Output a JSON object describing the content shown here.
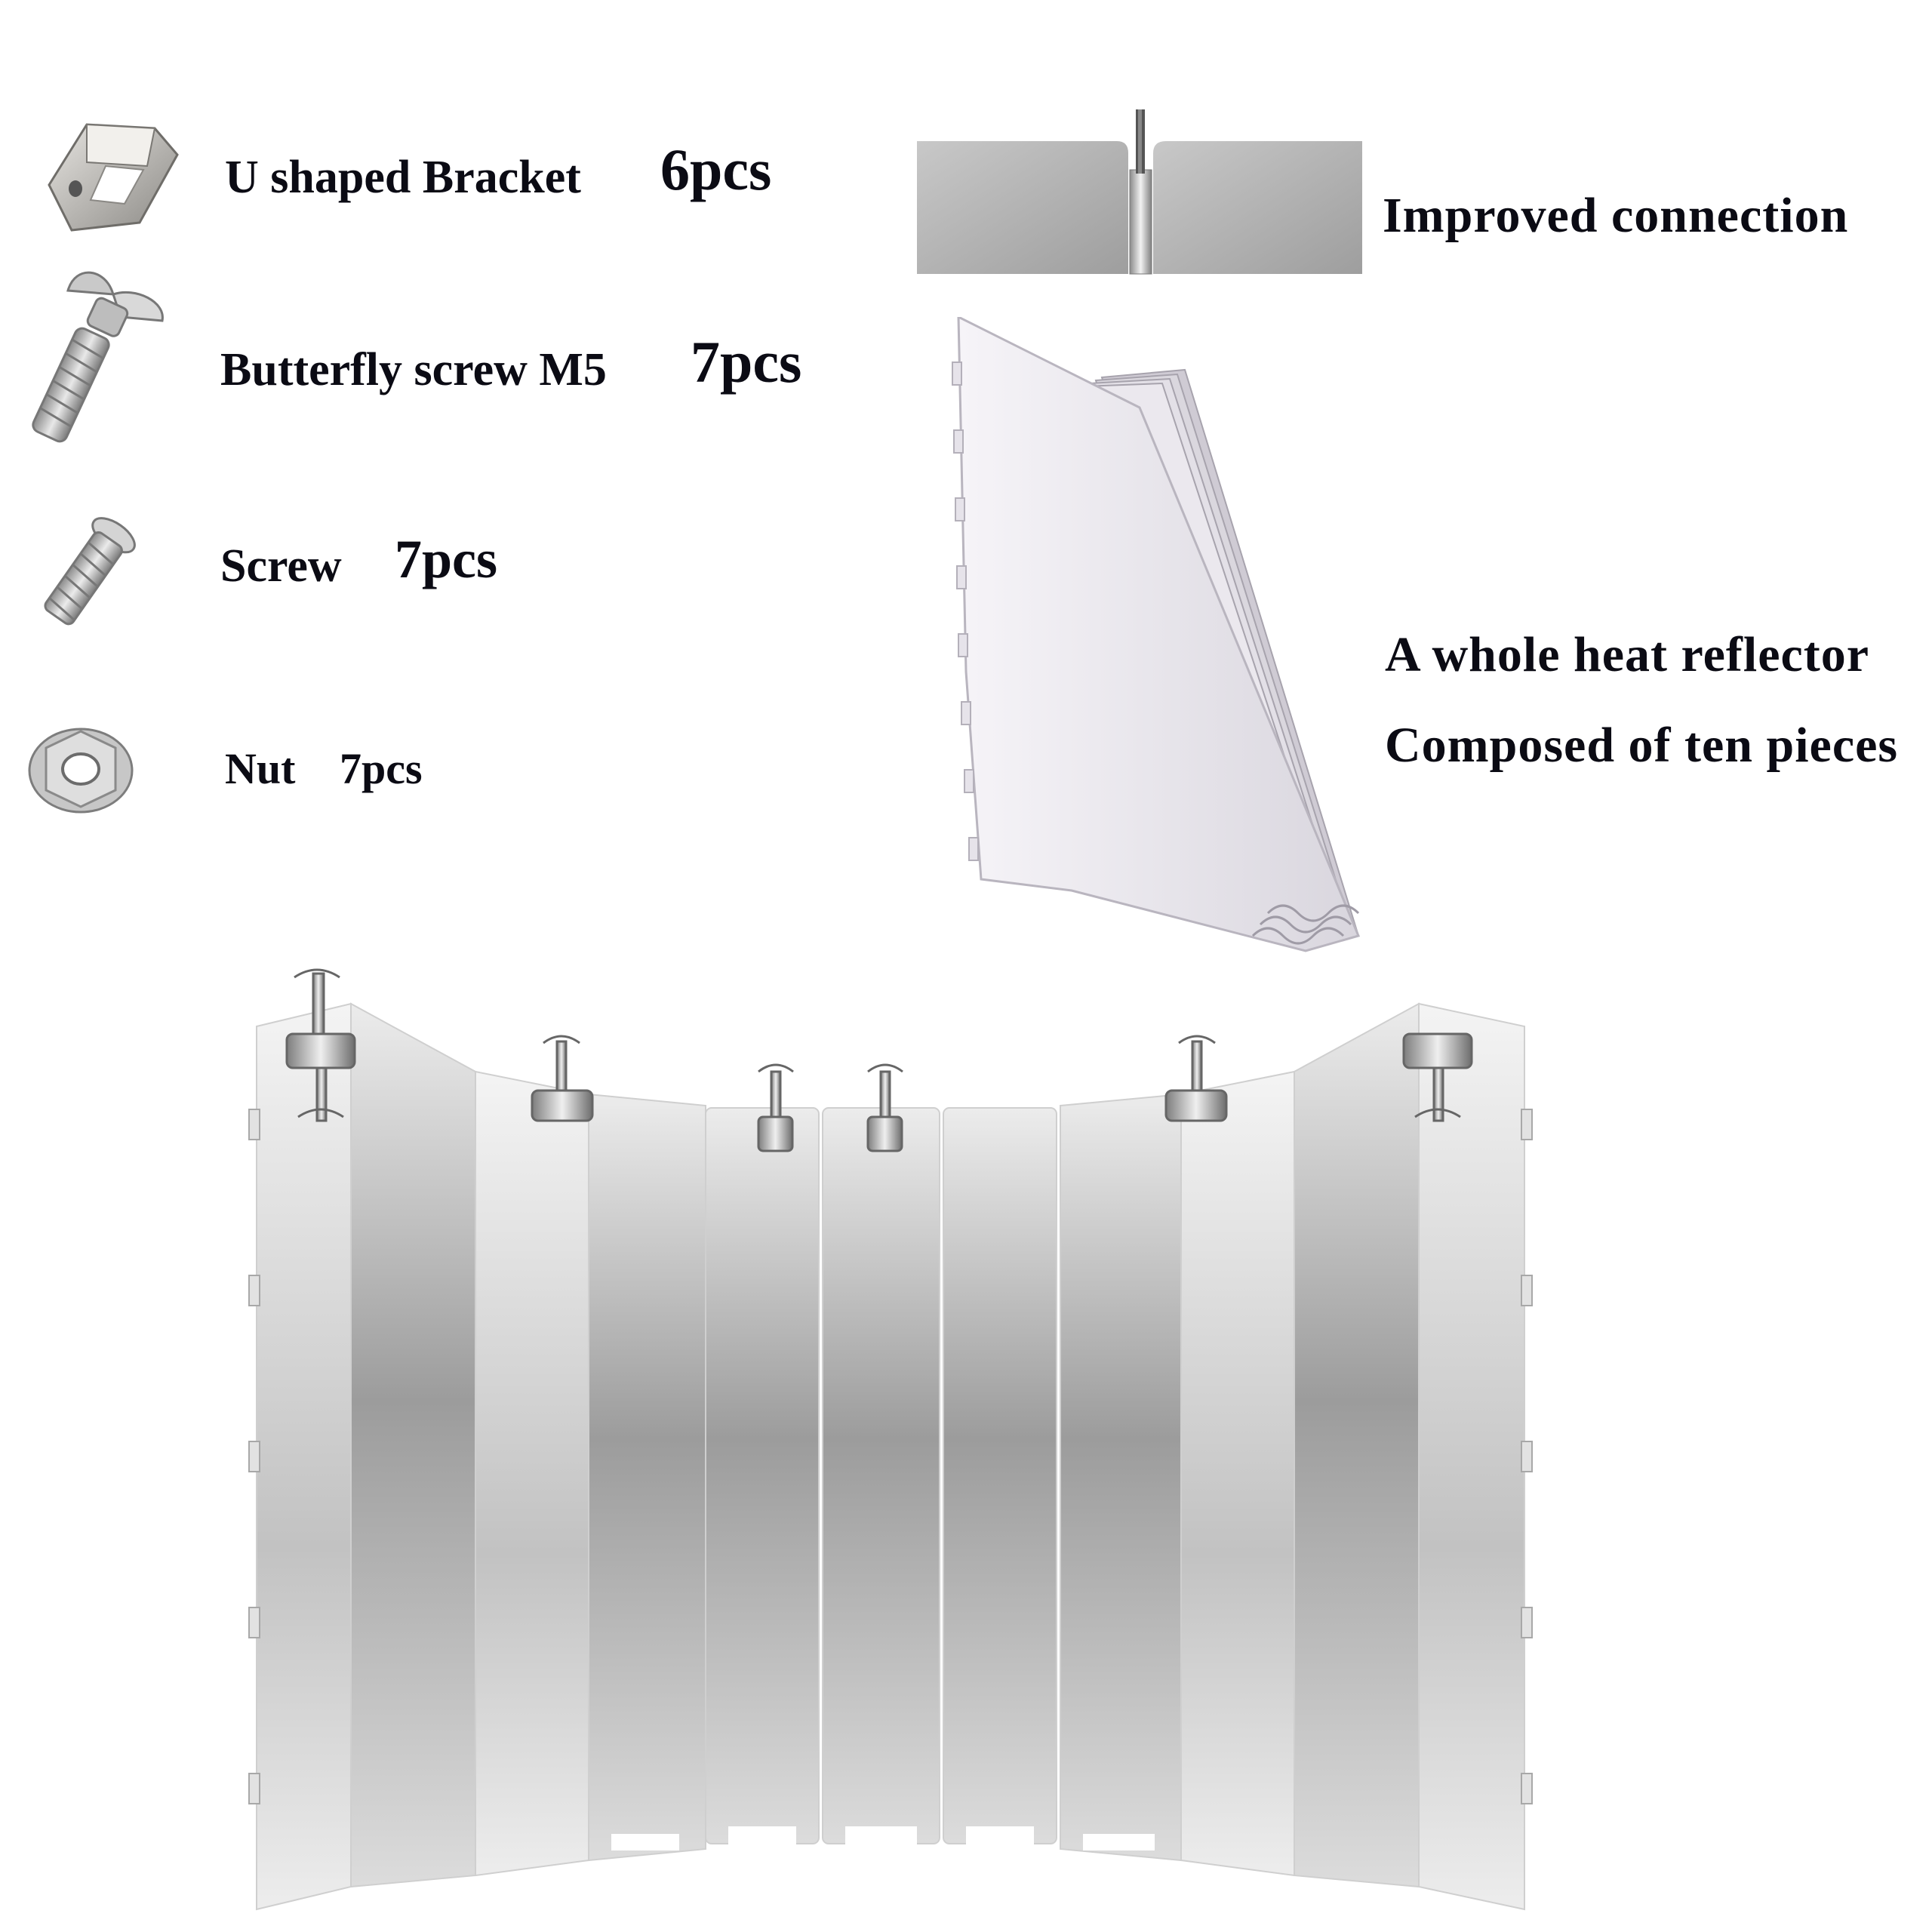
{
  "parts": [
    {
      "icon": "u-bracket-icon",
      "name": "U shaped Bracket",
      "qty": "6pcs"
    },
    {
      "icon": "butterfly-screw-icon",
      "name": "Butterfly screw M5",
      "qty": "7pcs"
    },
    {
      "icon": "screw-icon",
      "name": "Screw",
      "qty": "7pcs"
    },
    {
      "icon": "nut-icon",
      "name": "Nut",
      "qty": "7pcs"
    }
  ],
  "features": {
    "connection": "Improved connection",
    "reflector_line1": "A whole heat reflector",
    "reflector_line2": "Composed of ten pieces"
  },
  "colors": {
    "text": "#0b0b14",
    "panel_light": "#f2f2f2",
    "panel_dark": "#9a9a9a",
    "hardware": "#b8b8b8"
  }
}
